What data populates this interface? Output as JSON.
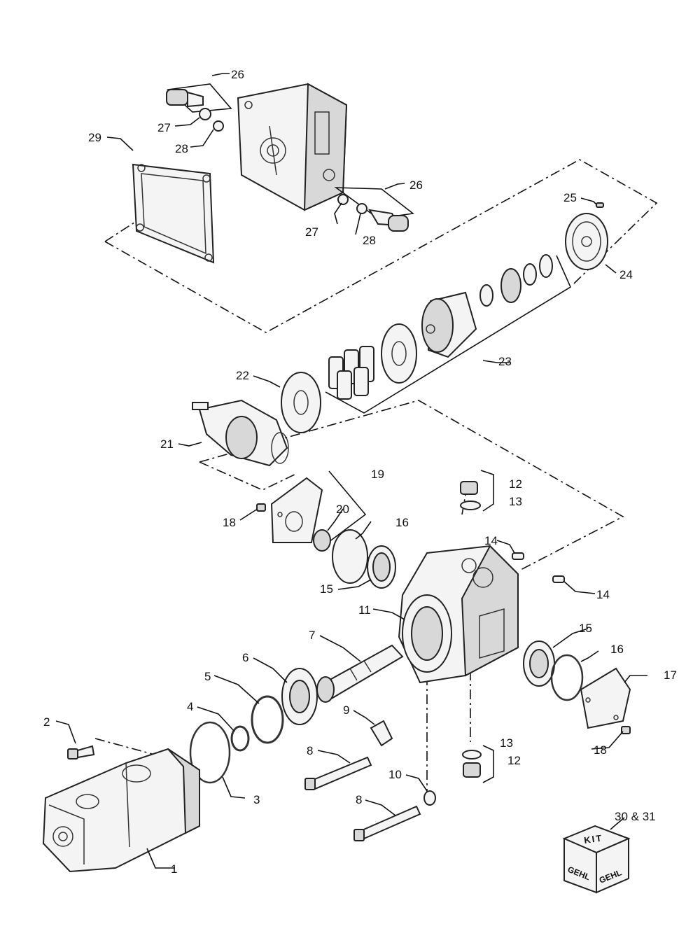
{
  "diagram": {
    "callouts": [
      {
        "id": "c1",
        "label": "1"
      },
      {
        "id": "c2",
        "label": "2"
      },
      {
        "id": "c3",
        "label": "3"
      },
      {
        "id": "c4",
        "label": "4"
      },
      {
        "id": "c5",
        "label": "5"
      },
      {
        "id": "c6",
        "label": "6"
      },
      {
        "id": "c7",
        "label": "7"
      },
      {
        "id": "c8a",
        "label": "8"
      },
      {
        "id": "c8b",
        "label": "8"
      },
      {
        "id": "c9",
        "label": "9"
      },
      {
        "id": "c10",
        "label": "10"
      },
      {
        "id": "c11",
        "label": "11"
      },
      {
        "id": "c12a",
        "label": "12"
      },
      {
        "id": "c12b",
        "label": "12"
      },
      {
        "id": "c13a",
        "label": "13"
      },
      {
        "id": "c13b",
        "label": "13"
      },
      {
        "id": "c14a",
        "label": "14"
      },
      {
        "id": "c14b",
        "label": "14"
      },
      {
        "id": "c15a",
        "label": "15"
      },
      {
        "id": "c15b",
        "label": "15"
      },
      {
        "id": "c16a",
        "label": "16"
      },
      {
        "id": "c16b",
        "label": "16"
      },
      {
        "id": "c17",
        "label": "17"
      },
      {
        "id": "c18a",
        "label": "18"
      },
      {
        "id": "c18b",
        "label": "18"
      },
      {
        "id": "c19",
        "label": "19"
      },
      {
        "id": "c20",
        "label": "20"
      },
      {
        "id": "c21",
        "label": "21"
      },
      {
        "id": "c22",
        "label": "22"
      },
      {
        "id": "c23",
        "label": "23"
      },
      {
        "id": "c24",
        "label": "24"
      },
      {
        "id": "c25",
        "label": "25"
      },
      {
        "id": "c26a",
        "label": "26"
      },
      {
        "id": "c26b",
        "label": "26"
      },
      {
        "id": "c27a",
        "label": "27"
      },
      {
        "id": "c27b",
        "label": "27"
      },
      {
        "id": "c28a",
        "label": "28"
      },
      {
        "id": "c28b",
        "label": "28"
      },
      {
        "id": "c29",
        "label": "29"
      },
      {
        "id": "c3031",
        "label": "30 & 31"
      }
    ],
    "kit": {
      "top_label": "KIT",
      "side_left": "GEHL",
      "side_right": "GEHL"
    }
  }
}
